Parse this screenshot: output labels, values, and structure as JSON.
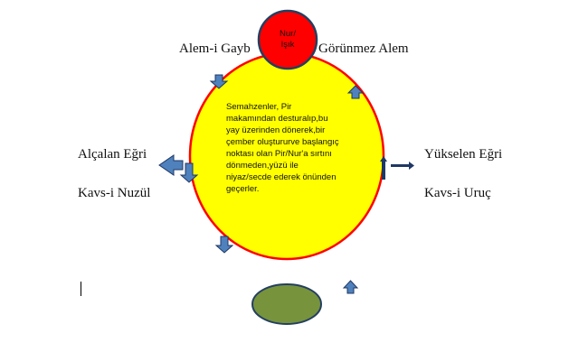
{
  "labels": {
    "top_left": "Alem-i Gayb",
    "top_right": "Görünmez Alem",
    "left_top": "Alçalan Eğri",
    "left_bottom": "Kavs-i Nuzül",
    "right_top": "Yükselen Eğri",
    "right_bottom": "Kavs-i Uruç"
  },
  "nur_circle": {
    "line1": "Nur/",
    "line2": "Işık"
  },
  "description_lines": [
    "Semahzenler,  Pir",
    "makamından desturalıp,bu",
    "yay üzerinden dönerek,bir",
    "çember oluştururve başlangıç",
    "noktası olan Pir/Nur'a sırtını",
    "dönmeden,yüzü ile",
    "niyaz/secde ederek önünden",
    "geçerler."
  ],
  "colors": {
    "big_circle_fill": "#ffff00",
    "big_circle_stroke": "#ff0000",
    "nur_fill": "#ff0000",
    "nur_stroke": "#243f60",
    "ground_fill": "#77933c",
    "arrow_fill": "#4f81bd",
    "arrow_dark": "#1f3864"
  }
}
